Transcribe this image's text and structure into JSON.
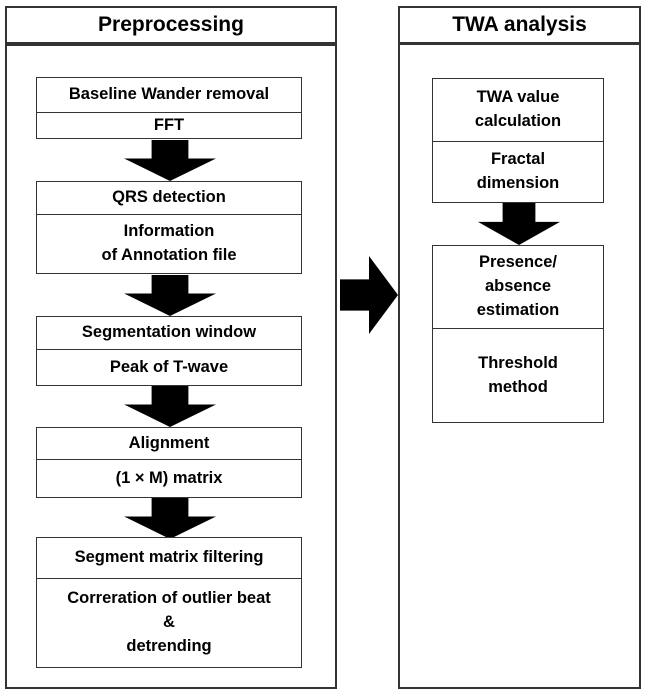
{
  "preprocessing": {
    "title": "Preprocessing",
    "steps": [
      {
        "main": "Baseline Wander removal",
        "sub": "FFT"
      },
      {
        "main": "QRS detection",
        "sub": "Information\nof Annotation file"
      },
      {
        "main": "Segmentation window",
        "sub": "Peak of T-wave"
      },
      {
        "main": "Alignment",
        "sub": "(1 × M) matrix"
      },
      {
        "main": "Segment matrix filtering",
        "sub": "Correration of outlier beat\n&\ndetrending"
      }
    ]
  },
  "twa_analysis": {
    "title": "TWA analysis",
    "steps": [
      {
        "main": "TWA value\ncalculation",
        "sub": "Fractal\ndimension"
      },
      {
        "main": "Presence/\nabsence\nestimation",
        "sub": "Threshold\nmethod"
      }
    ]
  }
}
